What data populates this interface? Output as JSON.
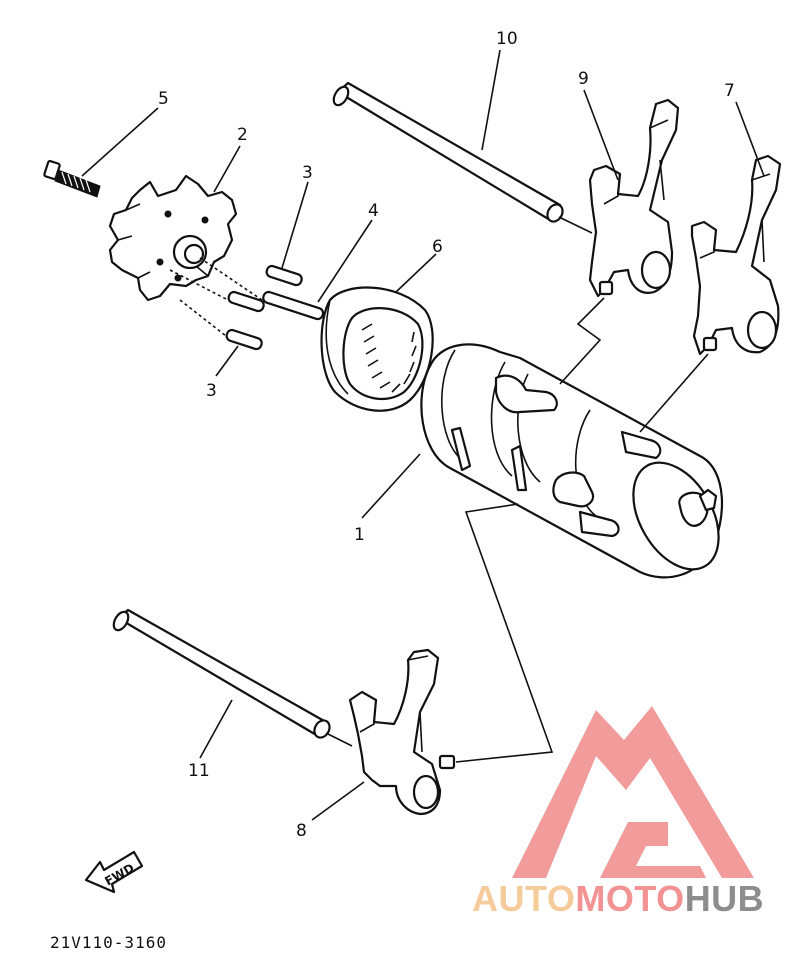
{
  "labels": {
    "p1": "1",
    "p2": "2",
    "p3a": "3",
    "p3b": "3",
    "p4": "4",
    "p5": "5",
    "p6": "6",
    "p7": "7",
    "p8": "8",
    "p9": "9",
    "p10": "10",
    "p11": "11"
  },
  "fwd_label": "FWD",
  "diagram_code": "21V110-3160",
  "watermark": {
    "part1": "AUTO",
    "part2": "MOTO",
    "part3": "HUB",
    "colors": {
      "auto": "#f5c28a",
      "moto": "#f08080",
      "hub": "#7a7a7a",
      "triangle": "#f08a8a"
    }
  }
}
